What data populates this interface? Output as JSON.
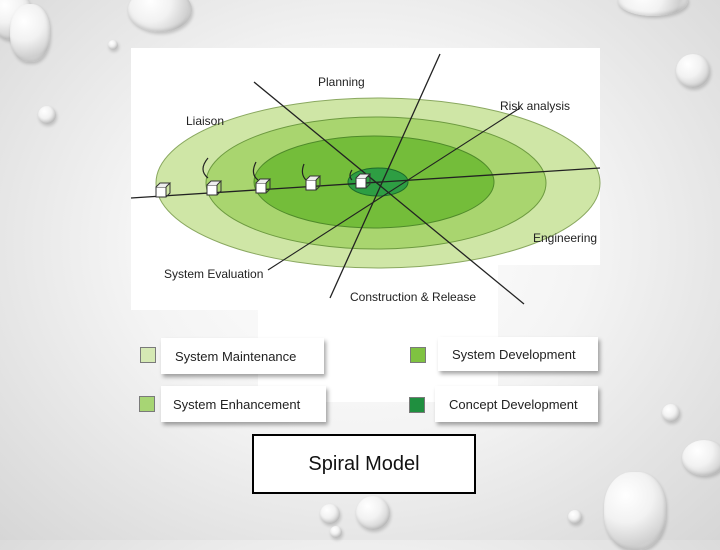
{
  "diagram": {
    "labels": {
      "planning": "Planning",
      "risk_analysis": "Risk analysis",
      "liaison": "Liaison",
      "engineering": "Engineering",
      "system_evaluation": "System Evaluation",
      "construction_release": "Construction & Release"
    },
    "colors": {
      "outer": "#cfe6a6",
      "second": "#a9d56f",
      "third": "#74bd3a",
      "core": "#2e9e43"
    }
  },
  "legend": {
    "items": [
      {
        "label": "System Maintenance",
        "color": "#d5e9b4"
      },
      {
        "label": "System Development",
        "color": "#7fc241"
      },
      {
        "label": "System Enhancement",
        "color": "#a7d574"
      },
      {
        "label": "Concept Development",
        "color": "#1f8f3f"
      }
    ]
  },
  "title": "Spiral Model"
}
